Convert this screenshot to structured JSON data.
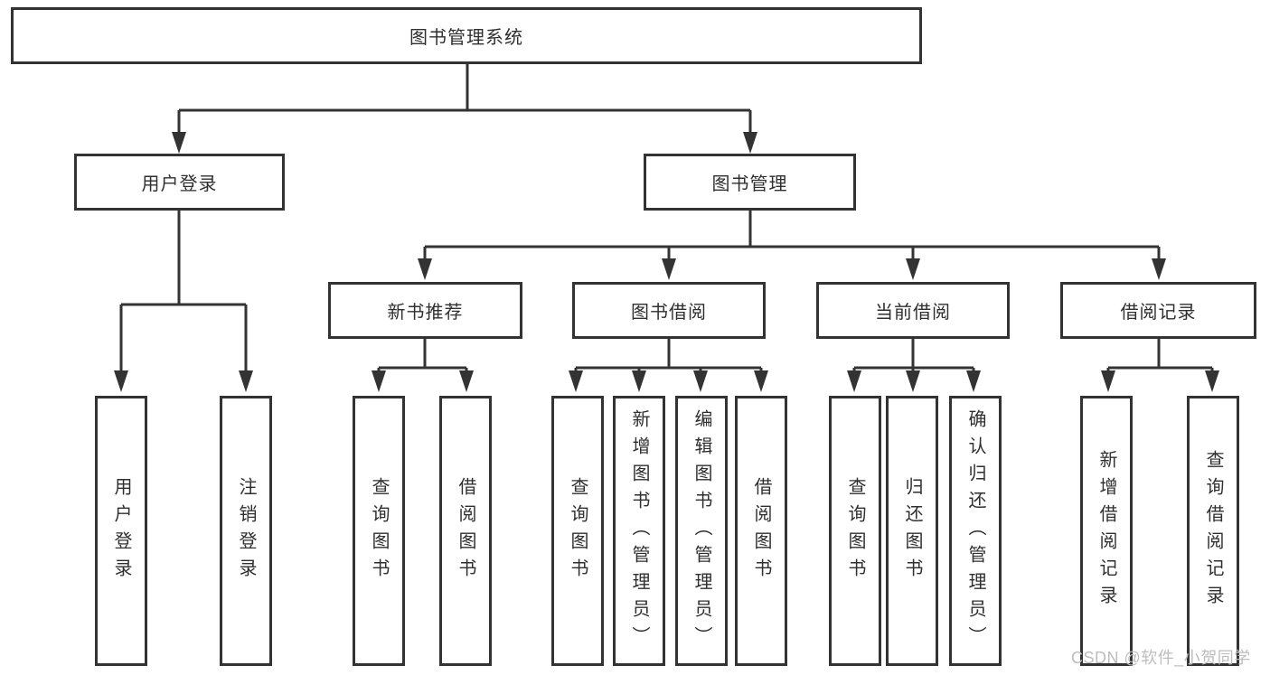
{
  "diagram": {
    "root": {
      "label": "图书管理系统"
    },
    "branches": [
      {
        "label": "用户登录",
        "children": [
          {
            "label": "用户登录"
          },
          {
            "label": "注销登录"
          }
        ]
      },
      {
        "label": "图书管理",
        "children": [
          {
            "label": "新书推荐",
            "children": [
              {
                "label": "查询图书"
              },
              {
                "label": "借阅图书"
              }
            ]
          },
          {
            "label": "图书借阅",
            "children": [
              {
                "label": "查询图书"
              },
              {
                "label": "新增图书（管理员）"
              },
              {
                "label": "编辑图书（管理员）"
              },
              {
                "label": "借阅图书"
              }
            ]
          },
          {
            "label": "当前借阅",
            "children": [
              {
                "label": "查询图书"
              },
              {
                "label": "归还图书"
              },
              {
                "label": "确认归还（管理员）"
              }
            ]
          },
          {
            "label": "借阅记录",
            "children": [
              {
                "label": "新增借阅记录"
              },
              {
                "label": "查询借阅记录"
              }
            ]
          }
        ]
      }
    ]
  },
  "watermark": {
    "text": "CSDN @软件_小贺同学"
  },
  "colors": {
    "line": "#333333",
    "text": "#2f2f2f",
    "box_background": "#ffffff",
    "page_background": "#ffffff",
    "watermark": "#bdbdbd"
  }
}
